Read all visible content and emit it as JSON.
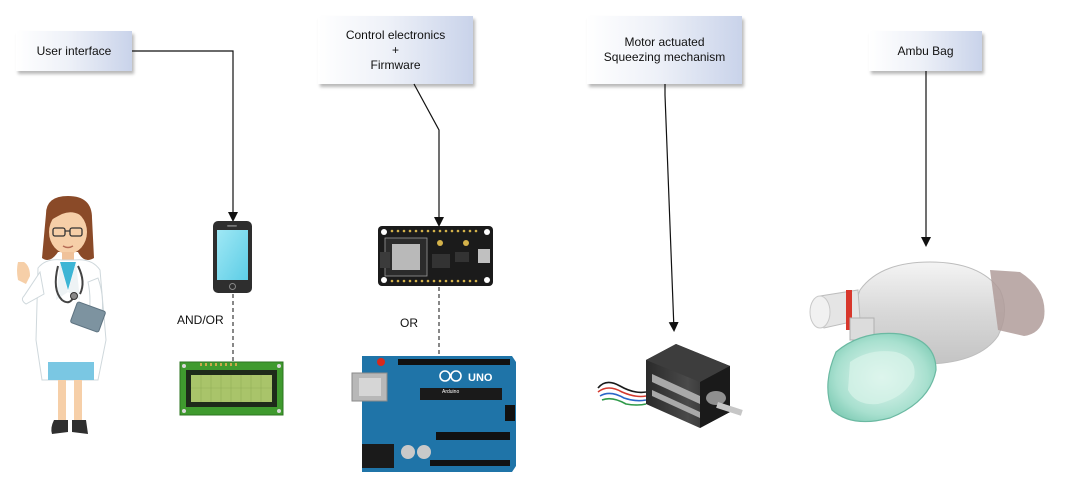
{
  "labels": {
    "user_interface": "User interface",
    "control_electronics": [
      "Control electronics",
      "+",
      "Firmware"
    ],
    "motor": [
      "Motor actuated",
      "Squeezing mechanism"
    ],
    "ambu_bag": "Ambu Bag"
  },
  "connectors": {
    "and_or": "AND/OR",
    "or": "OR"
  },
  "images": {
    "doctor": "doctor-illustration",
    "phone": "smartphone-icon",
    "lcd": "lcd-display-module",
    "nodemcu": "nodemcu-esp8266-board",
    "arduino": "arduino-uno-board",
    "motor": "stepper-motor",
    "bag": "ambu-bag-with-mask"
  },
  "brand_text": {
    "arduino_uno": "UNO",
    "arduino_name": "Arduino"
  }
}
